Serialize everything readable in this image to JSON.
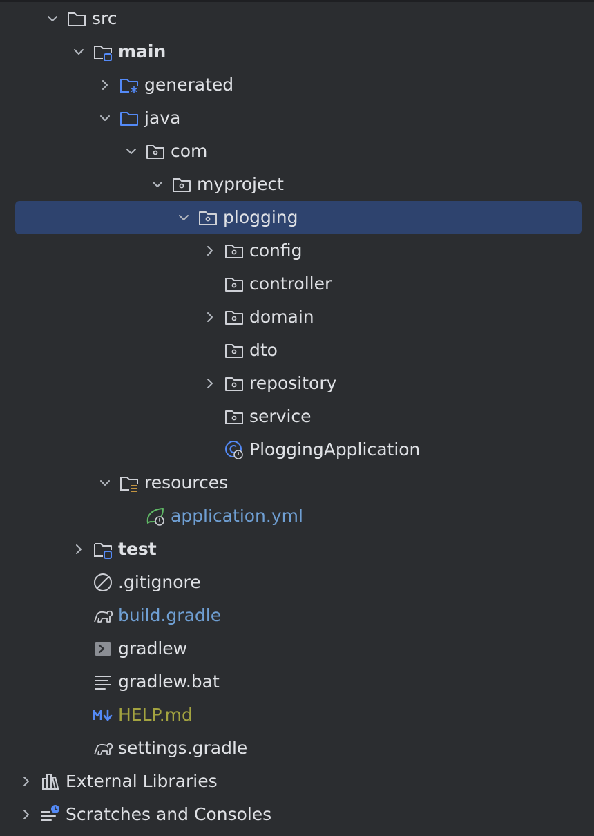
{
  "tree": {
    "items": [
      {
        "label": "src",
        "chevron": "expanded",
        "icon": "folder-icon",
        "depth": 1
      },
      {
        "label": "main",
        "chevron": "expanded",
        "icon": "source-root-folder-icon",
        "depth": 2
      },
      {
        "label": "generated",
        "chevron": "collapsed",
        "icon": "generated-sources-folder-icon",
        "depth": 3
      },
      {
        "label": "java",
        "chevron": "expanded",
        "icon": "sources-folder-icon",
        "depth": 3
      },
      {
        "label": "com",
        "chevron": "expanded",
        "icon": "package-icon",
        "depth": 4
      },
      {
        "label": "myproject",
        "chevron": "expanded",
        "icon": "package-icon",
        "depth": 5
      },
      {
        "label": "plogging",
        "chevron": "expanded",
        "icon": "package-icon",
        "depth": 6,
        "selected": true
      },
      {
        "label": "config",
        "chevron": "collapsed",
        "icon": "package-icon",
        "depth": 7
      },
      {
        "label": "controller",
        "chevron": "none",
        "icon": "package-icon",
        "depth": 7
      },
      {
        "label": "domain",
        "chevron": "collapsed",
        "icon": "package-icon",
        "depth": 7
      },
      {
        "label": "dto",
        "chevron": "none",
        "icon": "package-icon",
        "depth": 7
      },
      {
        "label": "repository",
        "chevron": "collapsed",
        "icon": "package-icon",
        "depth": 7
      },
      {
        "label": "service",
        "chevron": "none",
        "icon": "package-icon",
        "depth": 7
      },
      {
        "label": "PloggingApplication",
        "chevron": "none",
        "icon": "spring-boot-class-icon",
        "depth": 7
      },
      {
        "label": "resources",
        "chevron": "expanded",
        "icon": "resources-folder-icon",
        "depth": 3
      },
      {
        "label": "application.yml",
        "chevron": "none",
        "icon": "spring-config-icon",
        "depth": 4
      },
      {
        "label": "test",
        "chevron": "collapsed",
        "icon": "source-root-folder-icon",
        "depth": 2
      },
      {
        "label": ".gitignore",
        "chevron": "none",
        "icon": "ignore-file-icon",
        "depth": 2
      },
      {
        "label": "build.gradle",
        "chevron": "none",
        "icon": "gradle-elephant-icon",
        "depth": 2
      },
      {
        "label": "gradlew",
        "chevron": "none",
        "icon": "shell-script-icon",
        "depth": 2
      },
      {
        "label": "gradlew.bat",
        "chevron": "none",
        "icon": "text-file-icon",
        "depth": 2
      },
      {
        "label": "HELP.md",
        "chevron": "none",
        "icon": "markdown-icon",
        "depth": 2
      },
      {
        "label": "settings.gradle",
        "chevron": "none",
        "icon": "gradle-elephant-icon",
        "depth": 2
      },
      {
        "label": "External Libraries",
        "chevron": "collapsed",
        "icon": "libraries-icon",
        "depth": 1
      },
      {
        "label": "Scratches and Consoles",
        "chevron": "collapsed",
        "icon": "scratches-icon",
        "depth": 1
      }
    ]
  },
  "colors": {
    "background": "#2b2d30",
    "selection": "#2e436e",
    "text": "#dfe1e5",
    "modified_blue": "#6f9fd3",
    "new_olive": "#a3a340",
    "folder_blue": "#548af7",
    "spring_green": "#5fb865"
  }
}
